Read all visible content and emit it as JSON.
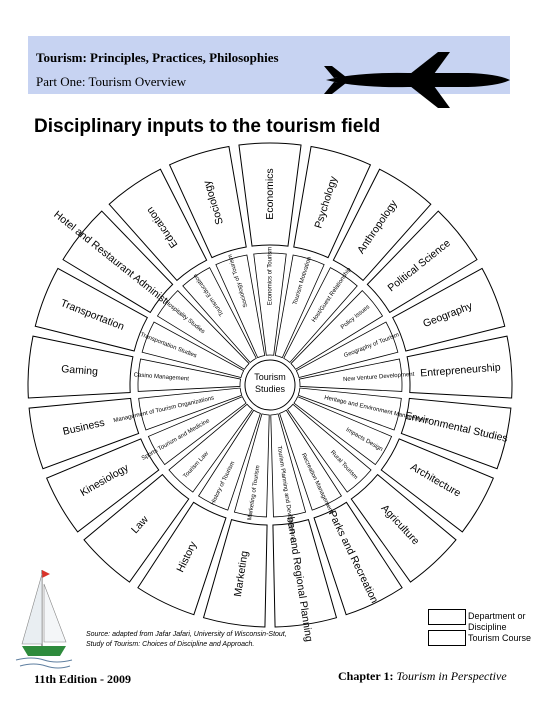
{
  "header": {
    "book_title": "Tourism: Principles, Practices, Philosophies",
    "part_title": "Part One: Tourism Overview"
  },
  "section_title": "Disciplinary inputs to the tourism field",
  "diagram": {
    "center": {
      "line1": "Tourism",
      "line2": "Studies"
    },
    "outer_disciplines": [
      {
        "label": "Education"
      },
      {
        "label": "Sociology"
      },
      {
        "label": "Economics"
      },
      {
        "label": "Psychology"
      },
      {
        "label": "Anthropology"
      },
      {
        "label": "Political Science"
      },
      {
        "label": "Geography"
      },
      {
        "label": "Entrepreneurship"
      },
      {
        "label": "Environmental Studies"
      },
      {
        "label": "Architecture"
      },
      {
        "label": "Agriculture"
      },
      {
        "label": "Parks and Recreation"
      },
      {
        "label": "Urban and Regional Planning"
      },
      {
        "label": "Marketing"
      },
      {
        "label": "History"
      },
      {
        "label": "Law"
      },
      {
        "label": "Kinesiology"
      },
      {
        "label": "Business"
      },
      {
        "label": "Gaming"
      },
      {
        "label": "Transportation"
      },
      {
        "label": "Hotel and Restaurant Administration"
      }
    ],
    "inner_courses": [
      {
        "label": "Tourism Education"
      },
      {
        "label": "Sociology of Tourism"
      },
      {
        "label": "Economics of Tourism"
      },
      {
        "label": "Tourism Motivation"
      },
      {
        "label": "Host/Guest Relationship"
      },
      {
        "label": "Policy Issues"
      },
      {
        "label": "Geography of Tourism"
      },
      {
        "label": "New Venture Development"
      },
      {
        "label": "Heritage and Environment Management"
      },
      {
        "label": "Impacts Design"
      },
      {
        "label": "Rural Tourism"
      },
      {
        "label": "Recreation Management"
      },
      {
        "label": "Tourism Planning and Development"
      },
      {
        "label": "Marketing of Tourism"
      },
      {
        "label": "History of Tourism"
      },
      {
        "label": "Tourism Law"
      },
      {
        "label": "Sports Tourism and Medicine"
      },
      {
        "label": "Management of Tourism Organizations"
      },
      {
        "label": "Casino Management"
      },
      {
        "label": "Transportation Studies"
      },
      {
        "label": "Hospitality Studies"
      }
    ]
  },
  "legend": {
    "department": "Department or Discipline",
    "course": "Tourism Course"
  },
  "source": {
    "line1": "Source: adapted from Jafar Jafari, University of Wisconsin-Stout,",
    "line2": "Study of Tourism: Choices of Discipline and Approach."
  },
  "footer": {
    "edition": "11th Edition - 2009",
    "chapter_prefix": "Chapter 1:",
    "chapter_title": "Tourism in Perspective"
  },
  "colors": {
    "header_band": "#c7d3f2",
    "sail_accent": "#2e8b3c",
    "sail_flag": "#d9342b"
  }
}
